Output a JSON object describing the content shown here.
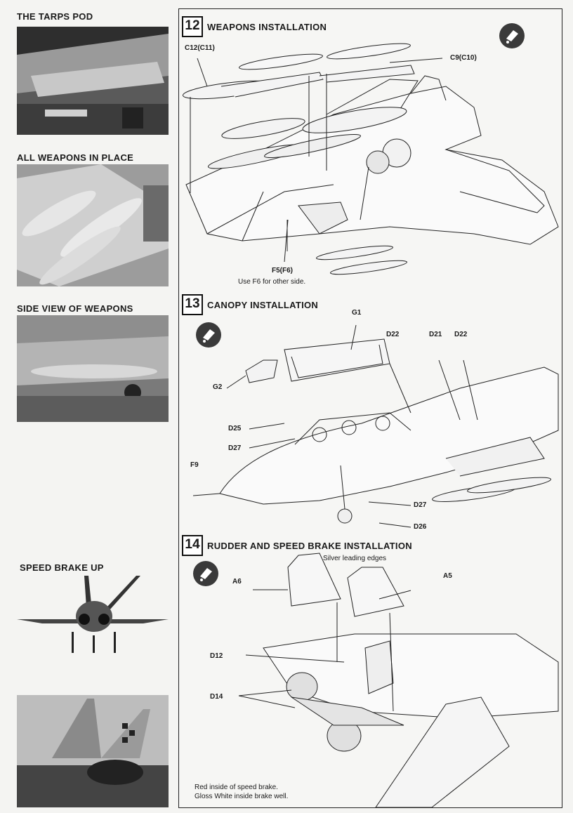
{
  "photos": [
    {
      "caption": "THE TARPS POD"
    },
    {
      "caption": "ALL WEAPONS IN PLACE"
    },
    {
      "caption": "SIDE VIEW OF WEAPONS"
    },
    {
      "caption": "SPEED BRAKE UP"
    },
    {
      "caption": ""
    }
  ],
  "steps": [
    {
      "number": "12",
      "title": "WEAPONS INSTALLATION",
      "parts": {
        "c12": "C12(C11)",
        "c9": "C9(C10)",
        "f5": "F5(F6)"
      },
      "note": "Use F6 for other side."
    },
    {
      "number": "13",
      "title": "CANOPY INSTALLATION",
      "parts": {
        "g1": "G1",
        "g2": "G2",
        "d22a": "D22",
        "d21": "D21",
        "d22b": "D22",
        "d25": "D25",
        "d27a": "D27",
        "f9": "F9",
        "d27b": "D27",
        "d26": "D26"
      }
    },
    {
      "number": "14",
      "title": "RUDDER AND SPEED BRAKE INSTALLATION",
      "parts": {
        "a6": "A6",
        "a5": "A5",
        "d12": "D12",
        "d14": "D14"
      },
      "note_top": "Silver leading edges",
      "note_bottom_1": "Red inside of speed brake.",
      "note_bottom_2": "Gloss White inside brake well."
    }
  ],
  "icons": [
    "cement-tube-icon"
  ]
}
